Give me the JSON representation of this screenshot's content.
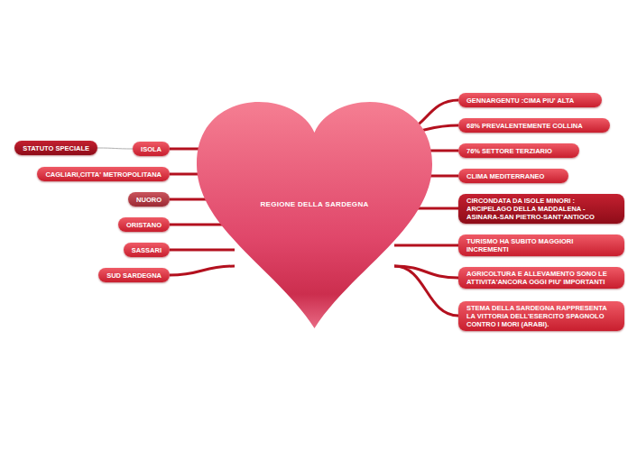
{
  "diagram": {
    "nodes": [
      {
        "text": [
          "REGIONE DELLA SARDEGNA"
        ]
      },
      {
        "text": [
          "ISOLA"
        ]
      },
      {
        "text": [
          "STATUTO SPECIALE"
        ]
      },
      {
        "text": [
          "CAGLIARI,CITTA' METROPOLITANA"
        ]
      },
      {
        "text": [
          "NUORO"
        ]
      },
      {
        "text": [
          "ORISTANO"
        ]
      },
      {
        "text": [
          "SASSARI"
        ]
      },
      {
        "text": [
          "SUD SARDEGNA"
        ]
      },
      {
        "text": [
          "GENNARGENTU :CIMA PIU' ALTA"
        ]
      },
      {
        "text": [
          "68% PREVALENTEMENTE COLLINA"
        ]
      },
      {
        "text": [
          "76% SETTORE TERZIARIO"
        ]
      },
      {
        "text": [
          "CLIMA MEDITERRANEO"
        ]
      },
      {
        "text": [
          "CIRCONDATA DA ISOLE MINORI : ARCIPELAGO DELLA MADDALENA - ASINARA-SAN PIETRO-SANT'ANTIOCO"
        ]
      },
      {
        "text": [
          "TURISMO HA SUBITO MAGGIORI INCREMENTI"
        ]
      },
      {
        "text": [
          "AGRICOLTURA E ALLEVAMENTO SONO LE ATTIVITA'ANCORA OGGI PIU' IMPORTANTI"
        ]
      },
      {
        "text": [
          "STEMA DELLA SARDEGNA RAPPRESENTA LA VITTORIA DELL'ESERCITO SPAGNOLO CONTRO I MORI (ARABI)."
        ]
      }
    ],
    "edges": [
      {
        "from": 0,
        "to": 1,
        "arrow": "none"
      },
      {
        "from": 1,
        "to": 2,
        "arrow": "none"
      },
      {
        "from": 0,
        "to": 3,
        "arrow": "none"
      },
      {
        "from": 0,
        "to": 4,
        "arrow": "none"
      },
      {
        "from": 0,
        "to": 5,
        "arrow": "none"
      },
      {
        "from": 0,
        "to": 6,
        "arrow": "none"
      },
      {
        "from": 0,
        "to": 7,
        "arrow": "none"
      },
      {
        "from": 0,
        "to": 8,
        "arrow": "none"
      },
      {
        "from": 0,
        "to": 9,
        "arrow": "none"
      },
      {
        "from": 0,
        "to": 10,
        "arrow": "none"
      },
      {
        "from": 0,
        "to": 11,
        "arrow": "none"
      },
      {
        "from": 0,
        "to": 12,
        "arrow": "none"
      },
      {
        "from": 0,
        "to": 13,
        "arrow": "none"
      },
      {
        "from": 0,
        "to": 14,
        "arrow": "none"
      },
      {
        "from": 0,
        "to": 15,
        "arrow": "none"
      }
    ]
  }
}
